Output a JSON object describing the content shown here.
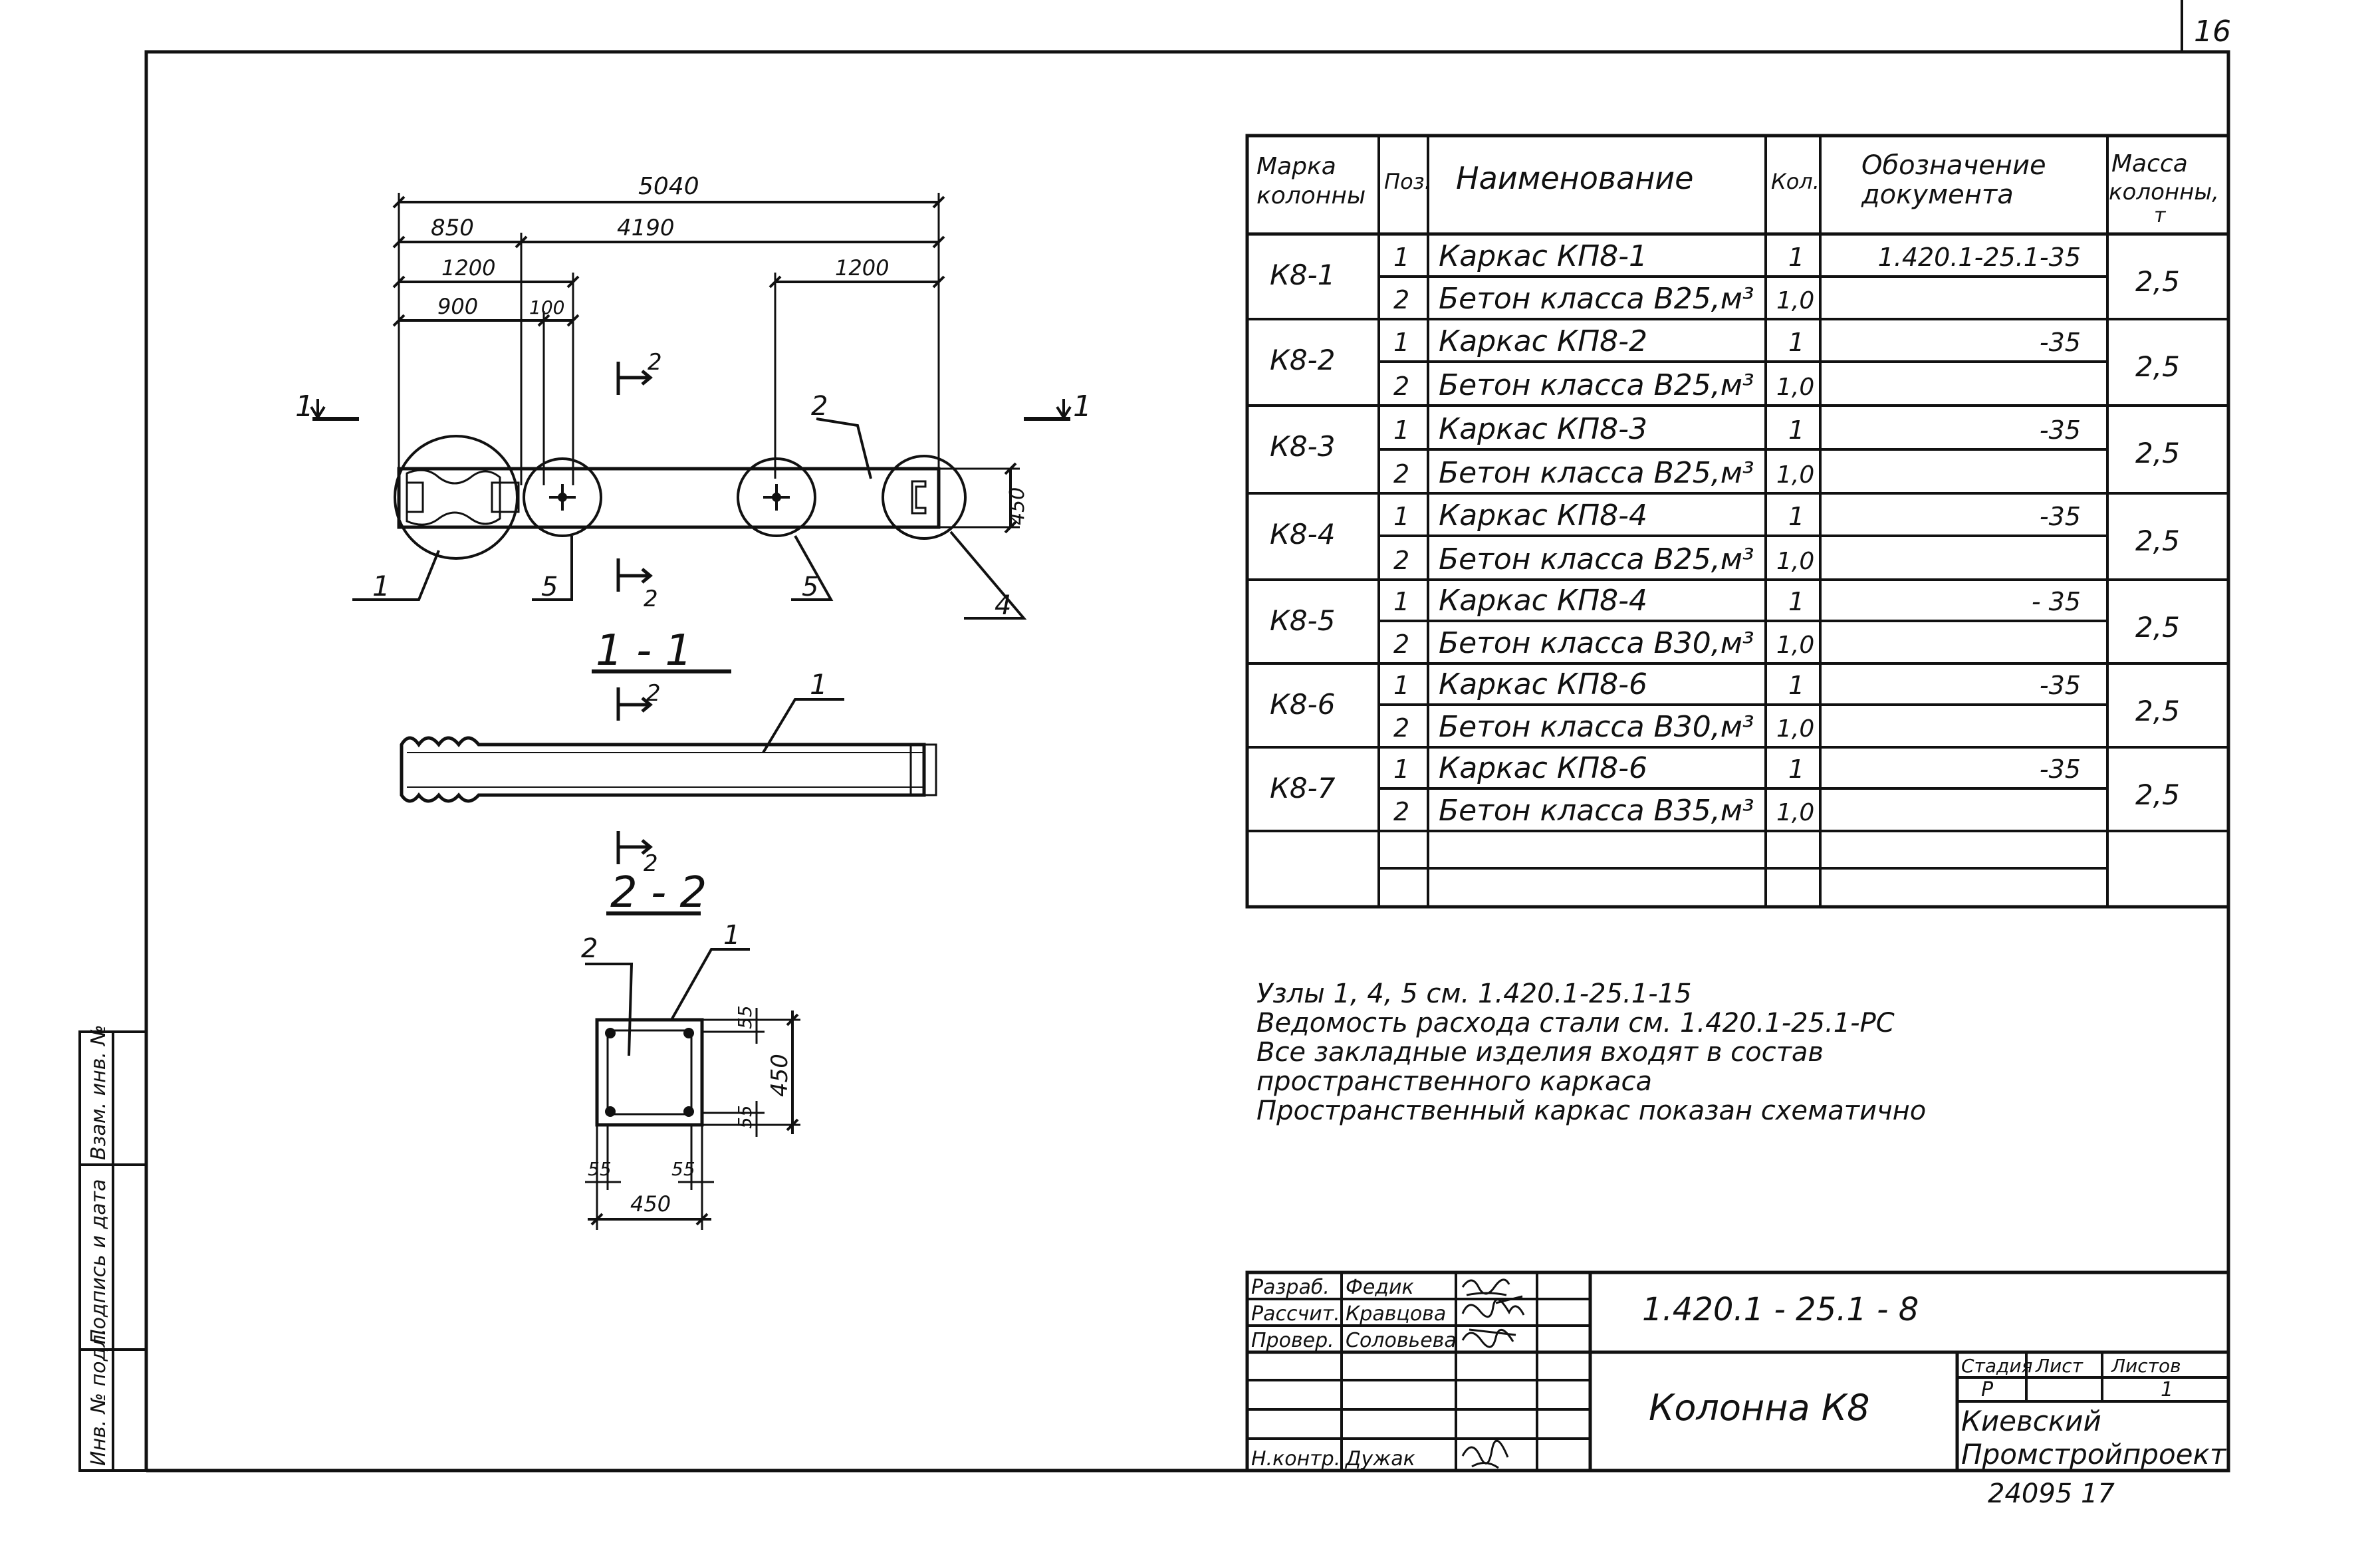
{
  "sheet_number": "16",
  "spec_table": {
    "headers": {
      "mark_l1": "Марка",
      "mark_l2": "колонны",
      "pos": "Поз.",
      "name": "Наименование",
      "qty": "Кол.",
      "doc_l1": "Обозначение",
      "doc_l2": "документа",
      "mass_l1": "Масса",
      "mass_l2": "колонны,",
      "mass_l3": "т"
    },
    "rows": [
      {
        "mark": "К8-1",
        "pos1": "1",
        "name1": "Каркас   КП8-1",
        "qty1": "1",
        "doc1": "1.420.1-25.1-35",
        "pos2": "2",
        "name2": "Бетон   класса  В25,м³",
        "qty2": "1,0",
        "mass": "2,5"
      },
      {
        "mark": "К8-2",
        "pos1": "1",
        "name1": "Каркас   КП8-2",
        "qty1": "1",
        "doc1": "-35",
        "pos2": "2",
        "name2": "Бетон   класса  В25,м³",
        "qty2": "1,0",
        "mass": "2,5"
      },
      {
        "mark": "К8-3",
        "pos1": "1",
        "name1": "Каркас   КП8-3",
        "qty1": "1",
        "doc1": "-35",
        "pos2": "2",
        "name2": "Бетон   класса  В25,м³",
        "qty2": "1,0",
        "mass": "2,5"
      },
      {
        "mark": "К8-4",
        "pos1": "1",
        "name1": "Каркас   КП8-4",
        "qty1": "1",
        "doc1": "-35",
        "pos2": "2",
        "name2": "Бетон   класса  В25,м³",
        "qty2": "1,0",
        "mass": "2,5"
      },
      {
        "mark": "К8-5",
        "pos1": "1",
        "name1": "Каркас   КП8-4",
        "qty1": "1",
        "doc1": "- 35",
        "pos2": "2",
        "name2": "Бетон   класса  В30,м³",
        "qty2": "1,0",
        "mass": "2,5"
      },
      {
        "mark": "К8-6",
        "pos1": "1",
        "name1": "Каркас   КП8-6",
        "qty1": "1",
        "doc1": "-35",
        "pos2": "2",
        "name2": "Бетон   класса  В30,м³",
        "qty2": "1,0",
        "mass": "2,5"
      },
      {
        "mark": "К8-7",
        "pos1": "1",
        "name1": "Каркас   КП8-6",
        "qty1": "1",
        "doc1": "-35",
        "pos2": "2",
        "name2": "Бетон   класса  В35,м³",
        "qty2": "1,0",
        "mass": "2,5"
      }
    ]
  },
  "notes": [
    "Узлы  1, 4, 5   см.   1.420.1-25.1-15",
    "Ведомость  расхода  стали   см.  1.420.1-25.1-РС",
    "Все  закладные   изделия     входят    в   состав",
    "пространственного      каркаса",
    "Пространственный   каркас    показан   схематично"
  ],
  "drawing": {
    "dims": {
      "total": "5040",
      "d850": "850",
      "d4190": "4190",
      "d1200a": "1200",
      "d1200b": "1200",
      "d900": "900",
      "d100": "100",
      "d450": "450"
    },
    "labels": {
      "sec1": "1",
      "sec2": "2",
      "leader1": "1",
      "leader2": "2",
      "leader4": "4",
      "leader5a": "5",
      "leader5b": "5"
    },
    "section_11_title": "1 - 1",
    "section_22_title": "2 - 2",
    "sec11_leader": "1",
    "sec22": {
      "leader1": "1",
      "leader2": "2",
      "d55a": "55",
      "d55b": "55",
      "d55c": "55",
      "d55d": "55",
      "d450v": "450",
      "d450h": "450"
    }
  },
  "title_block": {
    "roles": [
      "Разраб.",
      "Рассчит.",
      "Провер.",
      "",
      "",
      "",
      "Н.контр."
    ],
    "names": [
      "Федик",
      "Кравцова",
      "Соловьева",
      "",
      "",
      "",
      "Дужак"
    ],
    "doc_code": "1.420.1 - 25.1 - 8",
    "title": "Колонна  К8",
    "stage_label": "Стадия",
    "sheet_label": "Лист",
    "sheets_label": "Листов",
    "stage": "Р",
    "sheet": "",
    "sheets": "1",
    "org_l1": "Киевский",
    "org_l2": "Промстройпроект"
  },
  "side_stamp": {
    "inv_orig": "Инв. № подл.",
    "sign_date": "Подпись и дата",
    "replace_inv": "Взам. инв. №"
  },
  "archive_number": "24095  17"
}
